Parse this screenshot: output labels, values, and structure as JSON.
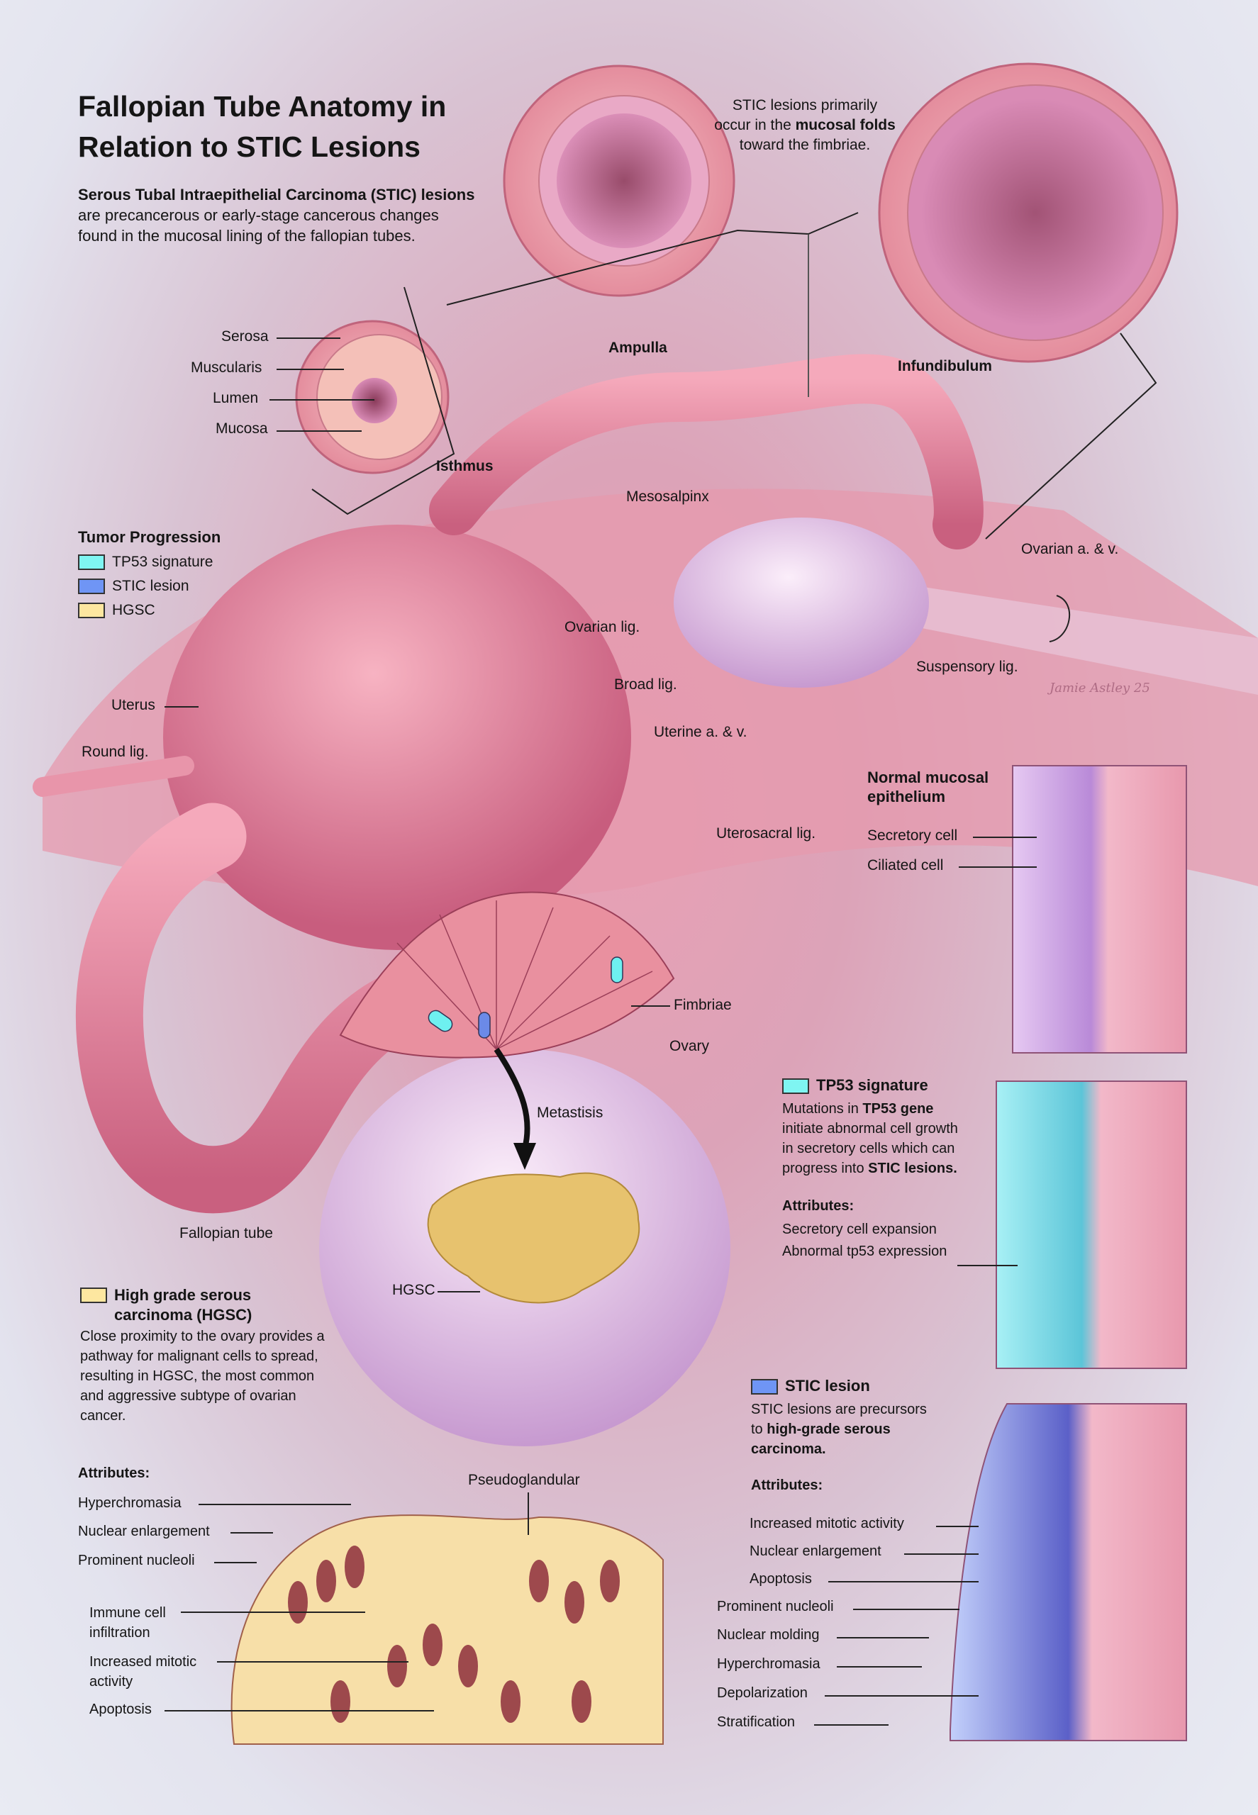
{
  "header": {
    "title": "Fallopian Tube Anatomy in Relation to STIC Lesions",
    "intro_bold": "Serous Tubal Intraepithelial Carcinoma (STIC) lesions",
    "intro_rest": " are precancerous or early-stage cancerous changes found in the mucosal lining of the fallopian tubes."
  },
  "callout_top": {
    "part1": "STIC lesions primarily occur in the ",
    "bold1": "mucosal folds",
    "part2": " toward the fimbriae."
  },
  "cross_sections": {
    "isthmus": {
      "name": "Isthmus",
      "layers": [
        "Serosa",
        "Muscularis",
        "Lumen",
        "Mucosa"
      ]
    },
    "ampulla": {
      "name": "Ampulla"
    },
    "infundibulum": {
      "name": "Infundibulum"
    }
  },
  "legend": {
    "title": "Tumor Progression",
    "items": [
      {
        "label": "TP53 signature",
        "color": "#7ff5f2"
      },
      {
        "label": "STIC lesion",
        "color": "#6f95f5"
      },
      {
        "label": "HGSC",
        "color": "#fde7a0"
      }
    ]
  },
  "anatomy_labels": {
    "mesosalpinx": "Mesosalpinx",
    "ovarian_av": "Ovarian a. & v.",
    "ovarian_lig": "Ovarian lig.",
    "suspensory_lig": "Suspensory lig.",
    "broad_lig": "Broad lig.",
    "uterus": "Uterus",
    "round_lig": "Round lig.",
    "uterine_av": "Uterine a. & v.",
    "uterosacral_lig": "Uterosacral lig.",
    "fimbriae": "Fimbriae",
    "ovary": "Ovary",
    "metastasis": "Metastisis",
    "fallopian_tube": "Fallopian tube",
    "hgsc": "HGSC",
    "pseudoglandular": "Pseudoglandular",
    "signature": "Jamie Astley 25"
  },
  "normal_epithelium": {
    "heading": "Normal mucosal epithelium",
    "labels": [
      "Secretory cell",
      "Ciliated cell"
    ]
  },
  "tp53_panel": {
    "heading": "TP53 signature",
    "text_a": "Mutations in ",
    "text_b": "TP53 gene",
    "text_c": " initiate abnormal cell growth in secretory cells which can progress into ",
    "text_d": "STIC lesions.",
    "attributes_title": "Attributes:",
    "attributes": [
      "Secretory cell expansion",
      "Abnormal tp53 expression"
    ]
  },
  "stic_panel": {
    "heading": "STIC lesion",
    "text_a": "STIC lesions are precursors to ",
    "text_b": "high-grade serous carcinoma.",
    "attributes_title": "Attributes:",
    "attributes": [
      "Increased mitotic activity",
      "Nuclear enlargement",
      "Apoptosis",
      "Prominent nucleoli",
      "Nuclear molding",
      "Hyperchromasia",
      "Depolarization",
      "Stratification"
    ]
  },
  "hgsc_panel": {
    "heading": "High grade serous carcinoma (HGSC)",
    "text": "Close proximity to the ovary provides a pathway for malignant cells to spread, resulting in HGSC, the most common and aggressive subtype of ovarian cancer.",
    "attributes_title": "Attributes:",
    "attributes": [
      "Hyperchromasia",
      "Nuclear enlargement",
      "Prominent nucleoli",
      "Immune cell infiltration",
      "Increased mitotic activity",
      "Apoptosis"
    ]
  }
}
